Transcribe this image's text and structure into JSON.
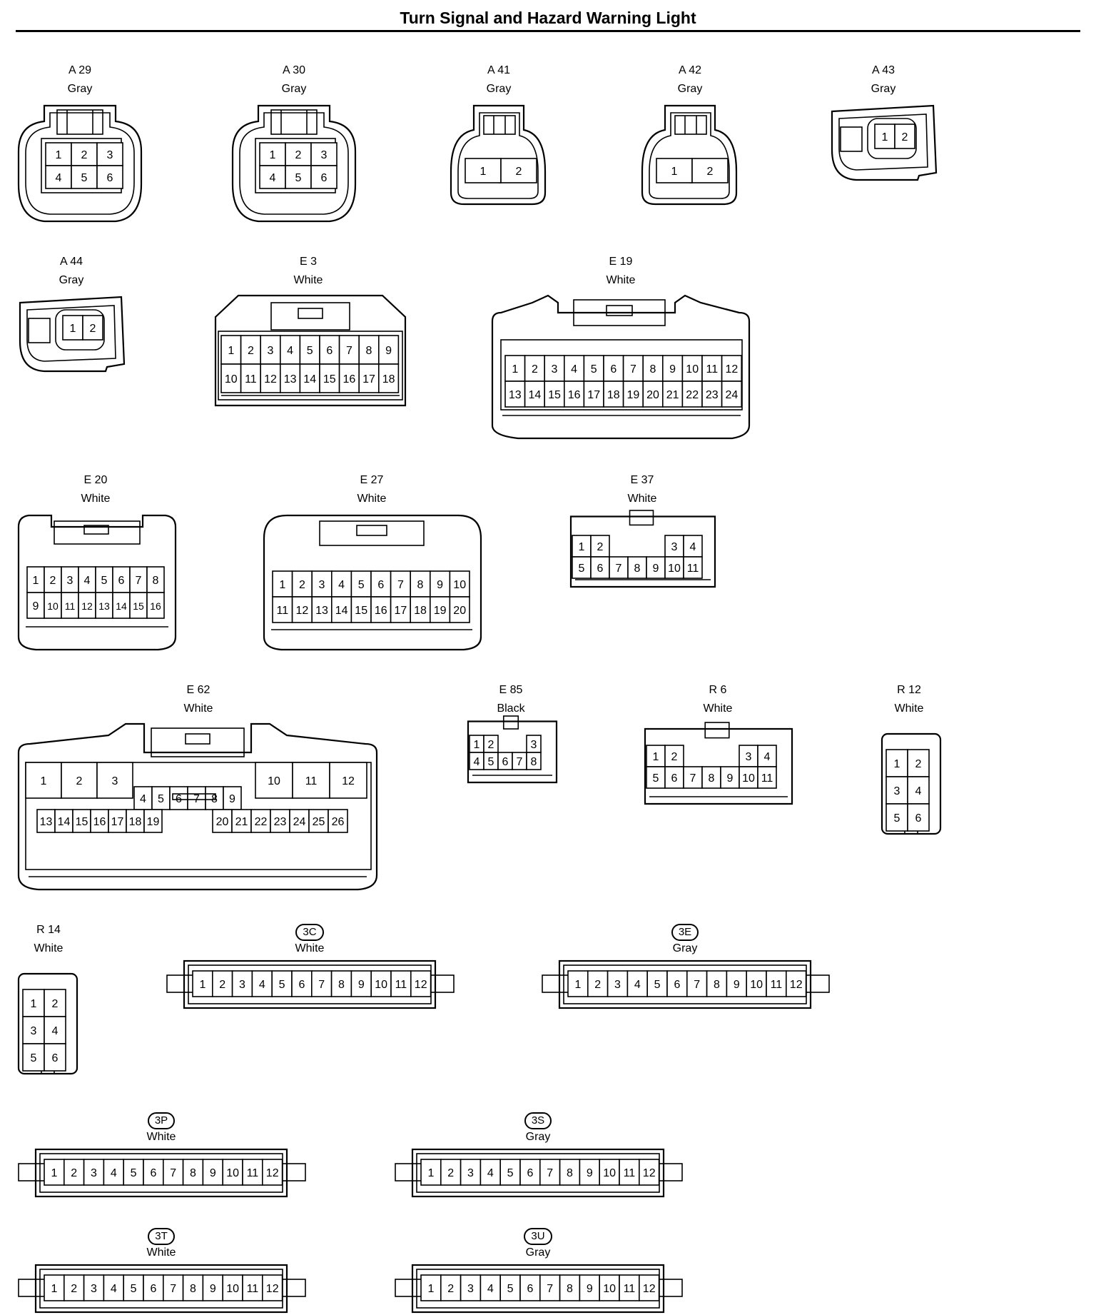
{
  "page": {
    "title": "Turn Signal and Hazard Warning Light"
  },
  "connectors": [
    {
      "id": "A 29",
      "color": "Gray",
      "oval": false,
      "rows": [
        [
          "1",
          "2",
          "3"
        ],
        [
          "4",
          "5",
          "6"
        ]
      ]
    },
    {
      "id": "A 30",
      "color": "Gray",
      "oval": false,
      "rows": [
        [
          "1",
          "2",
          "3"
        ],
        [
          "4",
          "5",
          "6"
        ]
      ]
    },
    {
      "id": "A 41",
      "color": "Gray",
      "oval": false,
      "rows": [
        [
          "1",
          "2"
        ]
      ]
    },
    {
      "id": "A 42",
      "color": "Gray",
      "oval": false,
      "rows": [
        [
          "1",
          "2"
        ]
      ]
    },
    {
      "id": "A 43",
      "color": "Gray",
      "oval": false,
      "rows": [
        [
          "1",
          "2"
        ]
      ]
    },
    {
      "id": "A 44",
      "color": "Gray",
      "oval": false,
      "rows": [
        [
          "1",
          "2"
        ]
      ]
    },
    {
      "id": "E 3",
      "color": "White",
      "oval": false,
      "rows": [
        [
          "1",
          "2",
          "3",
          "4",
          "5",
          "6",
          "7",
          "8",
          "9"
        ],
        [
          "10",
          "11",
          "12",
          "13",
          "14",
          "15",
          "16",
          "17",
          "18"
        ]
      ]
    },
    {
      "id": "E 19",
      "color": "White",
      "oval": false,
      "rows": [
        [
          "1",
          "2",
          "3",
          "4",
          "5",
          "6",
          "7",
          "8",
          "9",
          "10",
          "11",
          "12"
        ],
        [
          "13",
          "14",
          "15",
          "16",
          "17",
          "18",
          "19",
          "20",
          "21",
          "22",
          "23",
          "24"
        ]
      ]
    },
    {
      "id": "E 20",
      "color": "White",
      "oval": false,
      "rows": [
        [
          "1",
          "2",
          "3",
          "4",
          "5",
          "6",
          "7",
          "8"
        ],
        [
          "9",
          "10",
          "11",
          "12",
          "13",
          "14",
          "15",
          "16"
        ]
      ]
    },
    {
      "id": "E 27",
      "color": "White",
      "oval": false,
      "rows": [
        [
          "1",
          "2",
          "3",
          "4",
          "5",
          "6",
          "7",
          "8",
          "9",
          "10"
        ],
        [
          "11",
          "12",
          "13",
          "14",
          "15",
          "16",
          "17",
          "18",
          "19",
          "20"
        ]
      ]
    },
    {
      "id": "E 37",
      "color": "White",
      "oval": false,
      "rows": [
        [
          "1",
          "2",
          "3",
          "4"
        ],
        [
          "5",
          "6",
          "7",
          "8",
          "9",
          "10",
          "11"
        ]
      ]
    },
    {
      "id": "E 62",
      "color": "White",
      "oval": false,
      "rows": [
        [
          "1",
          "2",
          "3",
          "10",
          "11",
          "12"
        ],
        [
          "4",
          "5",
          "6",
          "7",
          "8",
          "9"
        ],
        [
          "13",
          "14",
          "15",
          "16",
          "17",
          "18",
          "19",
          "20",
          "21",
          "22",
          "23",
          "24",
          "25",
          "26"
        ]
      ]
    },
    {
      "id": "E 85",
      "color": "Black",
      "oval": false,
      "rows": [
        [
          "1",
          "2",
          "3"
        ],
        [
          "4",
          "5",
          "6",
          "7",
          "8"
        ]
      ]
    },
    {
      "id": "R 6",
      "color": "White",
      "oval": false,
      "rows": [
        [
          "1",
          "2",
          "3",
          "4"
        ],
        [
          "5",
          "6",
          "7",
          "8",
          "9",
          "10",
          "11"
        ]
      ]
    },
    {
      "id": "R 12",
      "color": "White",
      "oval": false,
      "rows": [
        [
          "1",
          "2"
        ],
        [
          "3",
          "4"
        ],
        [
          "5",
          "6"
        ]
      ]
    },
    {
      "id": "R 14",
      "color": "White",
      "oval": false,
      "rows": [
        [
          "1",
          "2"
        ],
        [
          "3",
          "4"
        ],
        [
          "5",
          "6"
        ]
      ]
    },
    {
      "id": "3C",
      "color": "White",
      "oval": true,
      "rows": [
        [
          "1",
          "2",
          "3",
          "4",
          "5",
          "6",
          "7",
          "8",
          "9",
          "10",
          "11",
          "12"
        ]
      ]
    },
    {
      "id": "3E",
      "color": "Gray",
      "oval": true,
      "rows": [
        [
          "1",
          "2",
          "3",
          "4",
          "5",
          "6",
          "7",
          "8",
          "9",
          "10",
          "11",
          "12"
        ]
      ]
    },
    {
      "id": "3P",
      "color": "White",
      "oval": true,
      "rows": [
        [
          "1",
          "2",
          "3",
          "4",
          "5",
          "6",
          "7",
          "8",
          "9",
          "10",
          "11",
          "12"
        ]
      ]
    },
    {
      "id": "3S",
      "color": "Gray",
      "oval": true,
      "rows": [
        [
          "1",
          "2",
          "3",
          "4",
          "5",
          "6",
          "7",
          "8",
          "9",
          "10",
          "11",
          "12"
        ]
      ]
    },
    {
      "id": "3T",
      "color": "White",
      "oval": true,
      "rows": [
        [
          "1",
          "2",
          "3",
          "4",
          "5",
          "6",
          "7",
          "8",
          "9",
          "10",
          "11",
          "12"
        ]
      ]
    },
    {
      "id": "3U",
      "color": "Gray",
      "oval": true,
      "rows": [
        [
          "1",
          "2",
          "3",
          "4",
          "5",
          "6",
          "7",
          "8",
          "9",
          "10",
          "11",
          "12"
        ]
      ]
    }
  ]
}
